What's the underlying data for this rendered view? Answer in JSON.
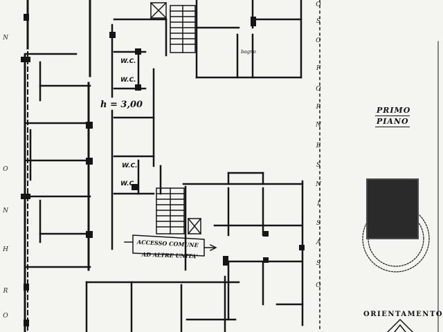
{
  "drawing": {
    "height_label": "h = 3,00",
    "room_labels": {
      "wc_1": "W.C.",
      "wc_2": "W.C.",
      "wc_3": "W.C.",
      "wc_4": "W.C.",
      "bagno": "bagno"
    },
    "access_note_line1": "ACCESSO COMUNE",
    "access_note_line2": "AD ALTRE UNITA'",
    "floor_title_line1": "PRIMO",
    "floor_title_line2": "PIANO",
    "orientation_label": "ORIENTAMENTO",
    "street_letters_left": [
      "N",
      "O",
      "N",
      "H",
      "R",
      "O"
    ],
    "street_letters_right": [
      "O",
      "S",
      "O",
      "F",
      "O",
      "R",
      "N",
      "E",
      "S",
      "N",
      "I",
      "S",
      "A",
      "S",
      "O"
    ]
  },
  "colors": {
    "ink": "#141414",
    "paper": "#f4f4f1",
    "stamp": "#2a2a2a"
  }
}
